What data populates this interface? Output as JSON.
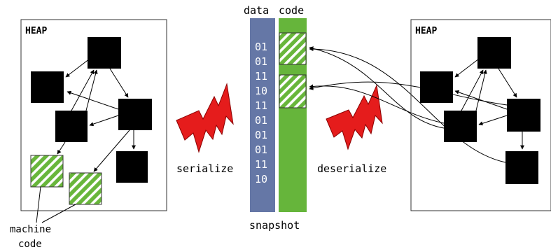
{
  "left_heap": {
    "label": "HEAP"
  },
  "right_heap": {
    "label": "HEAP"
  },
  "snapshot": {
    "data_header": "data",
    "code_header": "code",
    "bits": [
      "01",
      "01",
      "11",
      "10",
      "11",
      "01",
      "01",
      "01",
      "11",
      "10"
    ],
    "caption": "snapshot",
    "data_color": "#6577a6",
    "code_color": "#66b53b"
  },
  "arrows": {
    "serialize_label": "serialize",
    "deserialize_label": "deserialize",
    "lightning_color": "#e51c1c"
  },
  "annotation": {
    "line1": "machine",
    "line2": "code"
  },
  "icons": {
    "object": "black-square-object",
    "machine_code": "green-hatched-square",
    "transfer": "red-lightning-bolt"
  }
}
